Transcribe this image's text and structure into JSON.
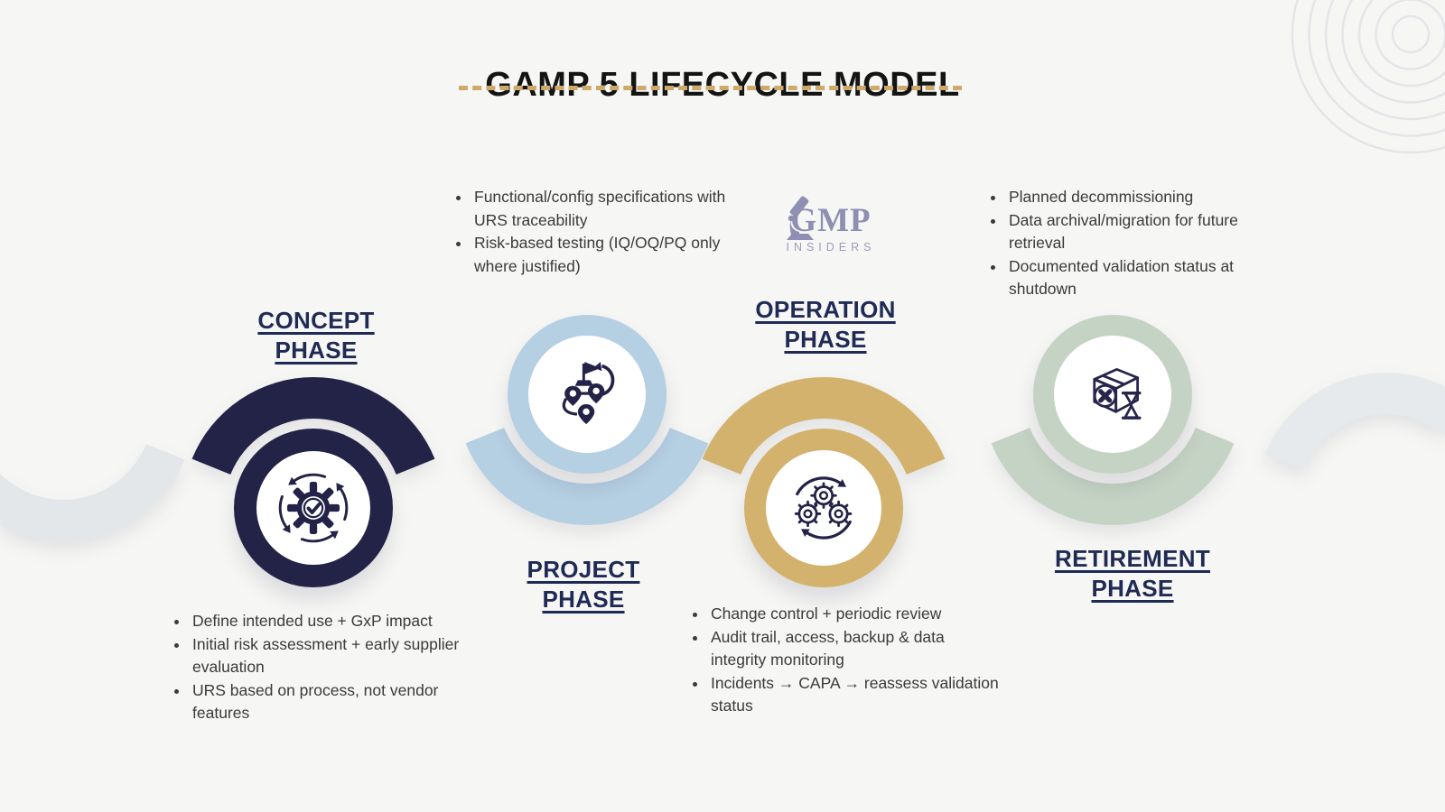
{
  "title": "GAMP 5 LIFECYCLE MODEL",
  "logo": {
    "name_top": "GMP",
    "name_bottom": "INSIDERS"
  },
  "colors": {
    "navy": "#232247",
    "light_blue": "#b5cfe3",
    "gold": "#d3b26e",
    "sage_green": "#c5d3c4",
    "gray_arc": "#e3e7ea",
    "logo_purple": "#8e8fb3",
    "dash_gold": "#cfa968",
    "label_navy": "#1f2a55",
    "bullet_text": "#3a3a3a",
    "background": "#f6f6f4"
  },
  "phases": [
    {
      "id": "concept",
      "label_line1": "CONCEPT",
      "label_line2": "PHASE",
      "icon": "gear-check-cycle-icon",
      "color": "#232247",
      "bullets": [
        "Define intended use + GxP impact",
        "Initial risk assessment + early supplier evaluation",
        "URS based on process, not vendor features"
      ]
    },
    {
      "id": "project",
      "label_line1": "PROJECT",
      "label_line2": "PHASE",
      "icon": "route-milestones-icon",
      "color": "#b5cfe3",
      "bullets": [
        "Functional/config specifications with URS traceability",
        "Risk-based testing (IQ/OQ/PQ only where justified)"
      ]
    },
    {
      "id": "operation",
      "label_line1": "OPERATION",
      "label_line2": "PHASE",
      "icon": "gears-cycle-icon",
      "color": "#d3b26e",
      "bullets": [
        "Change control + periodic review",
        "Audit trail, access, backup & data integrity monitoring",
        "Incidents → CAPA → reassess validation status"
      ]
    },
    {
      "id": "retirement",
      "label_line1": "RETIREMENT",
      "label_line2": "PHASE",
      "icon": "retired-box-hourglass-icon",
      "color": "#c5d3c4",
      "bullets": [
        "Planned decommissioning",
        "Data archival/migration for future retrieval",
        "Documented validation status at shutdown"
      ]
    }
  ]
}
